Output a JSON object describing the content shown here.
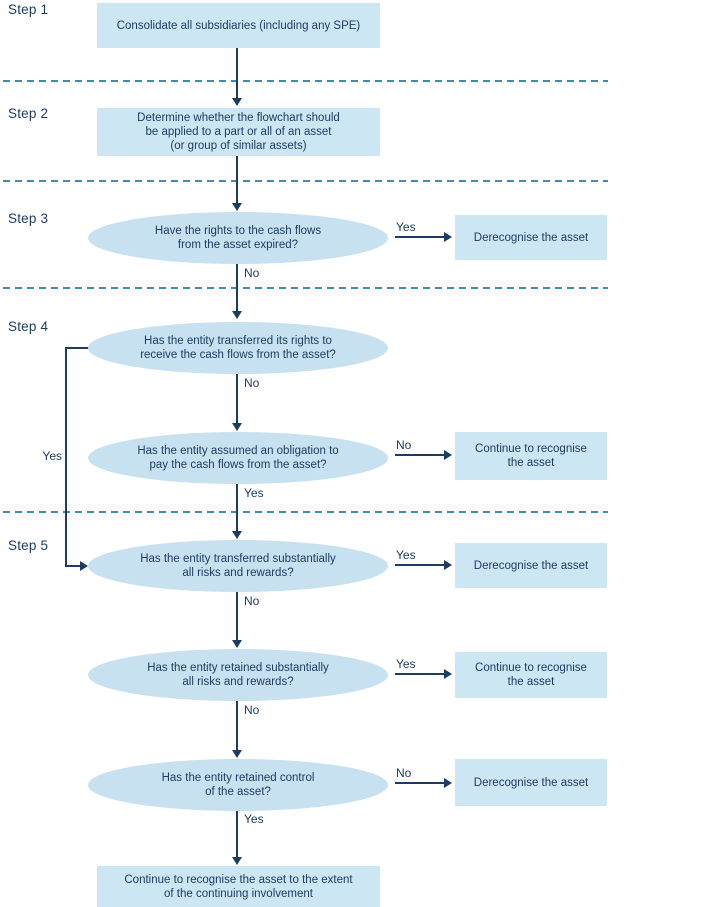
{
  "labels": {
    "yes": "Yes",
    "no": "No"
  },
  "steps": [
    "Step 1",
    "Step 2",
    "Step 3",
    "Step 4",
    "Step 5"
  ],
  "boxes": {
    "consolidate": "Consolidate all subsidiaries (including any SPE)",
    "determine": "Determine whether the flowchart should\nbe applied to a part or all of an asset\n(or group of similar assets)",
    "continue_extent": "Continue to recognise the asset to the extent\nof the continuing involvement"
  },
  "decisions": {
    "rights_expired": "Have the rights to the cash flows\nfrom the asset expired?",
    "transferred_rights": "Has the entity transferred its rights to\nreceive the cash flows from the asset?",
    "assumed_obligation": "Has the entity assumed an obligation to\npay the cash flows from the asset?",
    "transferred_risks": "Has the entity transferred substantially\nall risks and rewards?",
    "retained_risks": "Has the entity retained substantially\nall risks and rewards?",
    "retained_control": "Has the entity retained control\nof the asset?"
  },
  "outcomes": {
    "derecognise": "Derecognise the asset",
    "continue_recognise": "Continue to recognise\nthe asset"
  },
  "colors": {
    "node_fill": "#cde6f3",
    "ellipse_fill": "#c8e1f0",
    "line": "#1c3c63",
    "divider": "#3a8fb0"
  }
}
